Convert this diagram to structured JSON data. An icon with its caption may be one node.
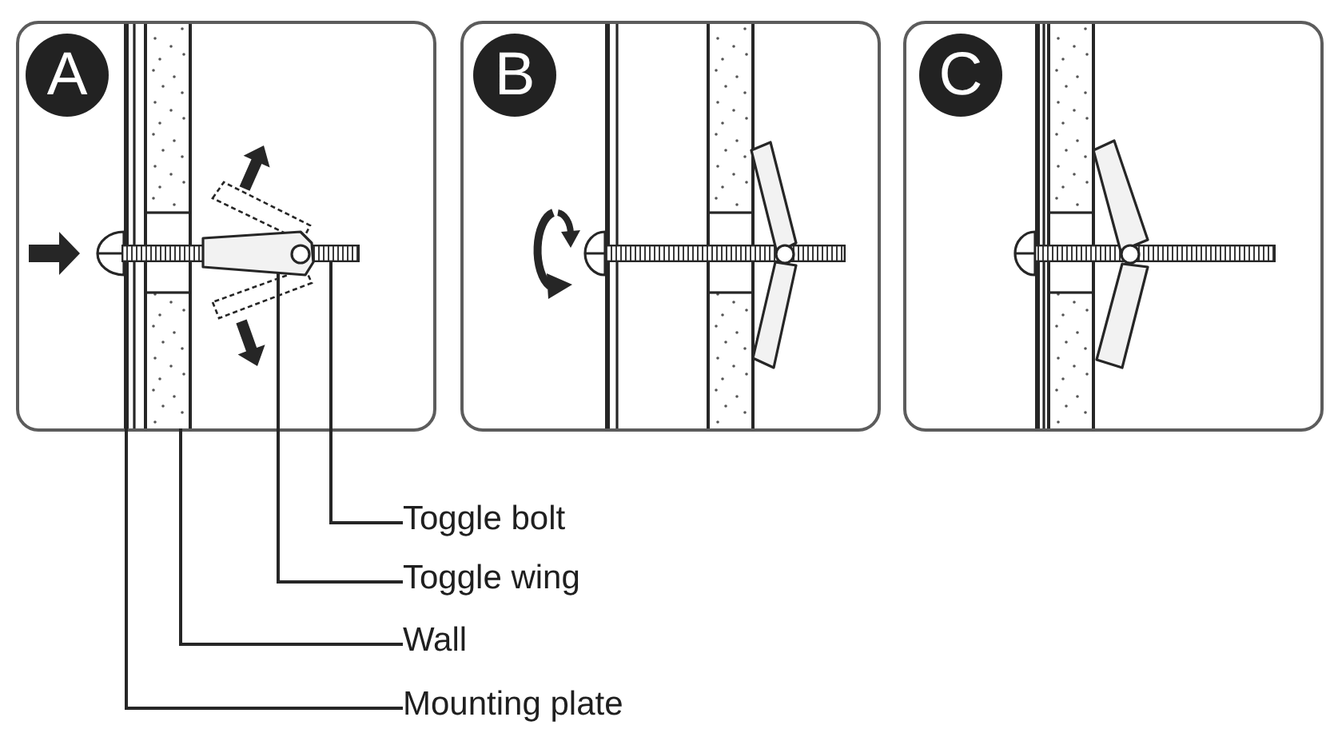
{
  "diagram": {
    "nodes": [
      {
        "text": [
          "A"
        ]
      },
      {
        "text": [],
        "shape": "picture",
        "in": 0
      },
      {
        "text": [],
        "shape": "picture",
        "in": 0
      },
      {
        "text": [],
        "shape": "picture",
        "in": 0
      },
      {
        "text": [],
        "shape": "picture",
        "in": 0
      },
      {
        "text": [
          "B"
        ]
      },
      {
        "text": [
          "C"
        ]
      },
      {
        "text": [
          "Toggle bolt"
        ]
      },
      {
        "text": [
          "Toggle wing"
        ]
      },
      {
        "text": [
          "Wall"
        ]
      },
      {
        "text": [
          "Mounting plate"
        ]
      }
    ],
    "edges": [
      {
        "from": 7,
        "to": 4,
        "arrow": "none"
      },
      {
        "from": 8,
        "to": 3,
        "arrow": "none"
      },
      {
        "from": 9,
        "to": 2,
        "arrow": "none"
      },
      {
        "from": 10,
        "to": 1,
        "arrow": "none"
      }
    ]
  }
}
